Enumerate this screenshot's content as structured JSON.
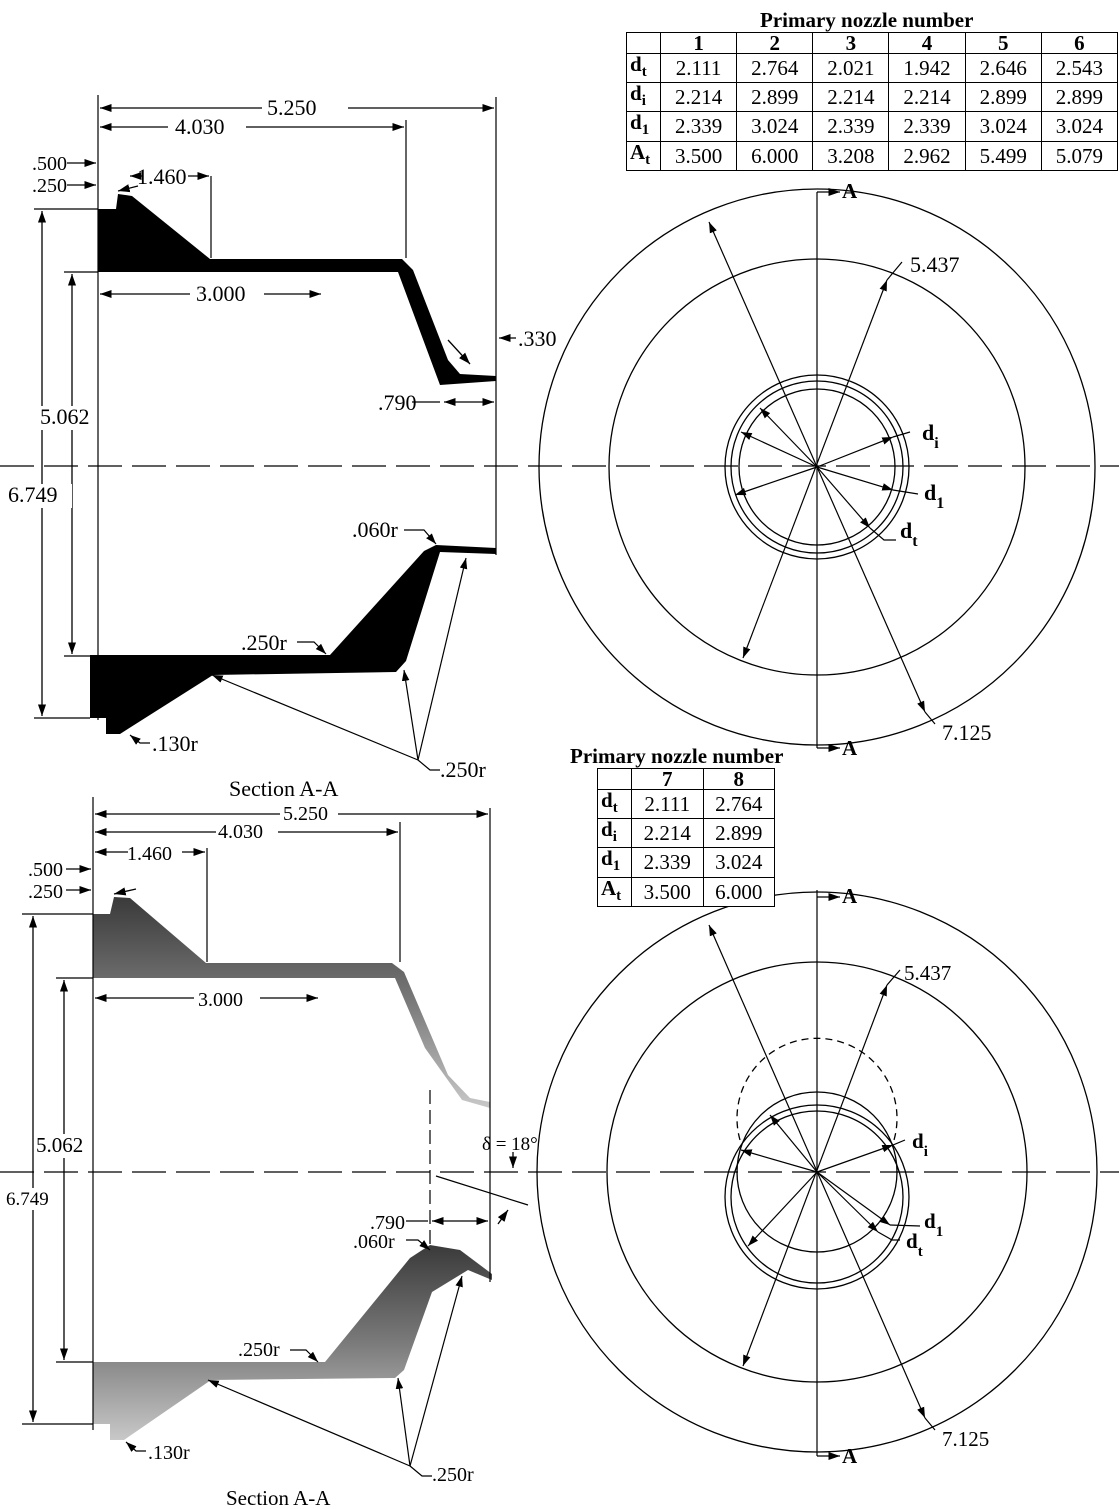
{
  "table1": {
    "title": "Primary nozzle number",
    "columns": [
      "1",
      "2",
      "3",
      "4",
      "5",
      "6"
    ],
    "rows": [
      {
        "symbol": "dt",
        "values": [
          "2.111",
          "2.764",
          "2.021",
          "1.942",
          "2.646",
          "2.543"
        ]
      },
      {
        "symbol": "di",
        "values": [
          "2.214",
          "2.899",
          "2.214",
          "2.214",
          "2.899",
          "2.899"
        ]
      },
      {
        "symbol": "d1",
        "values": [
          "2.339",
          "3.024",
          "2.339",
          "2.339",
          "3.024",
          "3.024"
        ]
      },
      {
        "symbol": "At",
        "values": [
          "3.500",
          "6.000",
          "3.208",
          "2.962",
          "5.499",
          "5.079"
        ]
      }
    ]
  },
  "table2": {
    "title": "Primary nozzle number",
    "columns": [
      "7",
      "8"
    ],
    "rows": [
      {
        "symbol": "dt",
        "values": [
          "2.111",
          "2.764"
        ]
      },
      {
        "symbol": "di",
        "values": [
          "2.214",
          "2.899"
        ]
      },
      {
        "symbol": "d1",
        "values": [
          "2.339",
          "3.024"
        ]
      },
      {
        "symbol": "At",
        "values": [
          "3.500",
          "6.000"
        ]
      }
    ]
  },
  "section1": {
    "dims": {
      "overall_length": "5.250",
      "length_4030": "4.030",
      "length_1460": "1.460",
      "step_500": ".500",
      "step_250": ".250",
      "length_3000": "3.000",
      "tip_330": ".330",
      "tip_790": ".790",
      "dia_5062": "5.062",
      "dia_6749": "6.749",
      "r_060": ".060r",
      "r_250a": ".250r",
      "r_130": ".130r",
      "r_250b": ".250r"
    },
    "caption": "Section A-A"
  },
  "section2": {
    "dims": {
      "overall_length": "5.250",
      "length_4030": "4.030",
      "length_1460": "1.460",
      "step_500": ".500",
      "step_250": ".250",
      "length_3000": "3.000",
      "delta": "δ = 18°",
      "tip_790": ".790",
      "dia_5062": "5.062",
      "dia_6749": "6.749",
      "r_060": ".060r",
      "r_250a": ".250r",
      "r_130": ".130r",
      "r_250b": ".250r"
    },
    "caption": "Section A-A"
  },
  "view1": {
    "section_mark_top": "A",
    "section_mark_bottom": "A",
    "dia_5437": "5.437",
    "dia_7125": "7.125",
    "label_di": "d",
    "label_di_sub": "i",
    "label_d1": "d",
    "label_d1_sub": "1",
    "label_dt": "d",
    "label_dt_sub": "t"
  },
  "view2": {
    "section_mark_top": "A",
    "section_mark_bottom": "A",
    "dia_5437": "5.437",
    "dia_7125": "7.125",
    "label_di": "d",
    "label_di_sub": "i",
    "label_d1": "d",
    "label_d1_sub": "1",
    "label_dt": "d",
    "label_dt_sub": "t"
  }
}
